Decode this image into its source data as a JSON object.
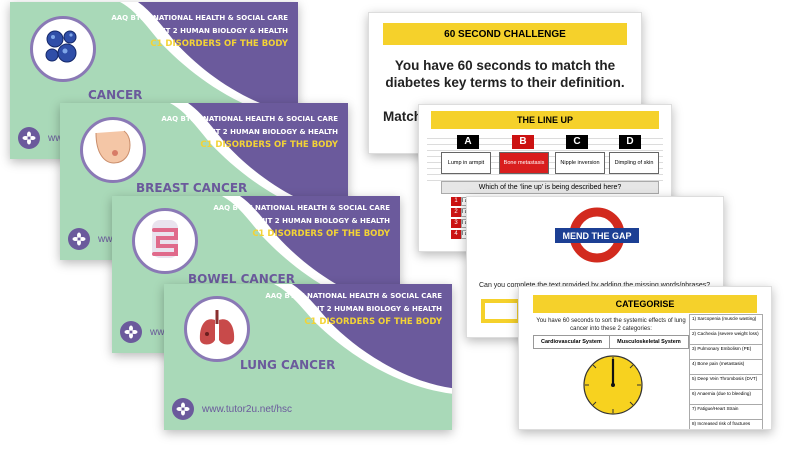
{
  "colors": {
    "mint": "#a9d9b8",
    "purple": "#6b5a9c",
    "yellow": "#f5d12b",
    "red": "#cc1212",
    "blue": "#1c3f94"
  },
  "title_slides": [
    {
      "line1": "AAQ BTEC NATIONAL HEALTH & SOCIAL CARE",
      "line2": "UNIT 2 HUMAN BIOLOGY & HEALTH",
      "line3": "C1 DISORDERS OF THE BODY",
      "topic": "CANCER",
      "url": "ww",
      "icon": "cancer-cells-icon"
    },
    {
      "line1": "AAQ BTEC NATIONAL HEALTH & SOCIAL CARE",
      "line2": "UNIT 2 HUMAN BIOLOGY & HEALTH",
      "line3": "C1 DISORDERS OF THE BODY",
      "topic": "BREAST CANCER",
      "url": "ww",
      "icon": "breast-icon"
    },
    {
      "line1": "AAQ BTEC NATIONAL HEALTH & SOCIAL CARE",
      "line2": "UNIT 2 HUMAN BIOLOGY & HEALTH",
      "line3": "C1 DISORDERS OF THE BODY",
      "topic": "BOWEL CANCER",
      "url": "ww",
      "icon": "bowel-icon"
    },
    {
      "line1": "AAQ BTEC NATIONAL HEALTH & SOCIAL CARE",
      "line2": "UNIT 2 HUMAN BIOLOGY & HEALTH",
      "line3": "C1 DISORDERS OF THE BODY",
      "topic": "LUNG CANCER",
      "url": "www.tutor2u.net/hsc",
      "icon": "lungs-icon"
    }
  ],
  "challenge": {
    "title": "60 SECOND CHALLENGE",
    "text": "You have 60 seconds to match the diabetes key terms to their definition.",
    "partial": "Match"
  },
  "lineup": {
    "title": "THE LINE UP",
    "letters": [
      "A",
      "B",
      "C",
      "D"
    ],
    "boxes": [
      "Lump in armpit",
      "Bone metastasis",
      "Nipple inversion",
      "Dimpling of skin"
    ],
    "question": "Which of the ‘line up’ is being described here?",
    "numbers": [
      "1",
      "2",
      "3",
      "4"
    ],
    "row_texts": [
      "I an",
      "I ar",
      "I ar",
      "I ar"
    ]
  },
  "mendgap": {
    "title": "MEND THE GAP",
    "text": "Can you complete the text provided by adding the missing words/phrases?"
  },
  "categorise": {
    "title": "CATEGORISE",
    "text": "You have 60 seconds to sort the systemic effects of lung cancer into these 2 categories:",
    "headers": [
      "Cardiovascular System",
      "Musculoskeletal System"
    ],
    "items": [
      "1) Sarcopenia (muscle wasting)",
      "2) Cachexia (severe weight loss)",
      "3) Pulmonary Embolism (PE)",
      "4) Bone pain (metastasis)",
      "5) Deep Vein Thrombosis (DVT)",
      "6) Anaemia (due to bleeding)",
      "7) Fatigue/Heart Strain",
      "8) Increased risk of fractures"
    ]
  }
}
